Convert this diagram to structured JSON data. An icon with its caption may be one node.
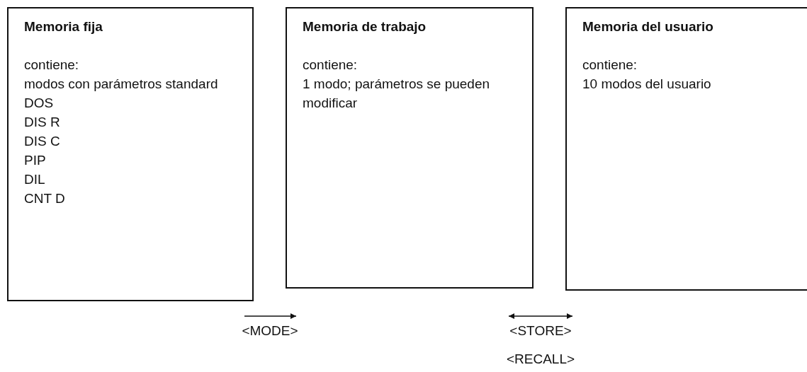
{
  "diagram": {
    "nodes": [
      {
        "text": [
          "Memoria fija",
          "contiene:",
          "modos con parámetros standard",
          "DOS",
          "DIS R",
          "DIS C",
          "PIP",
          "DIL",
          "CNT D"
        ]
      },
      {
        "text": [
          "Memoria de trabajo",
          "contiene:",
          "1 modo; parámetros se pueden modificar"
        ]
      },
      {
        "text": [
          "Memoria del usuario",
          "contiene:",
          "10 modos del usuario"
        ]
      }
    ],
    "edges": [],
    "labels": [
      "<MODE>",
      "<STORE>",
      "<RECALL>"
    ]
  }
}
